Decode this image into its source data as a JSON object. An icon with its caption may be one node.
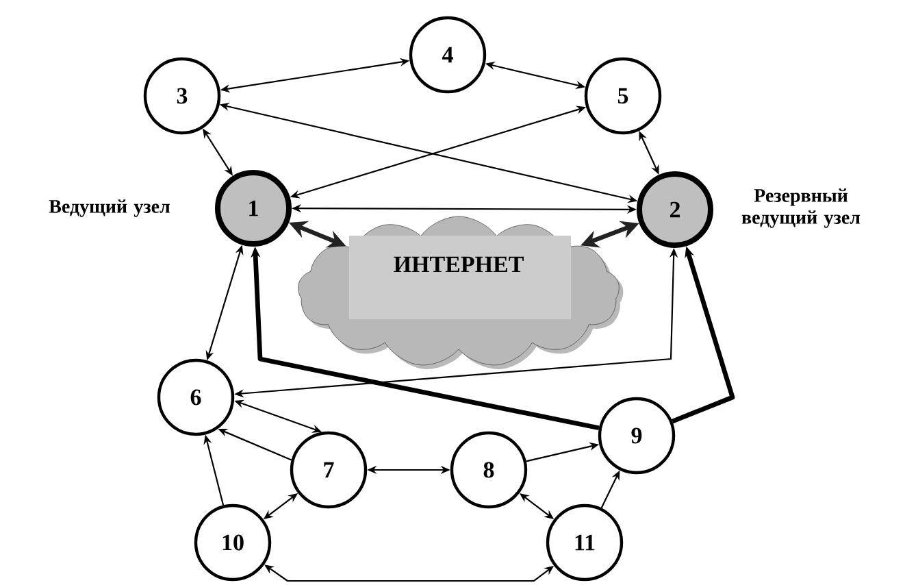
{
  "diagram": {
    "nodes": [
      {
        "text": [
          "1"
        ],
        "beside": [
          "Ведущий узел"
        ]
      },
      {
        "text": [
          "2"
        ],
        "beside": [
          "Резервный ведущий узел"
        ]
      },
      {
        "text": [
          "3"
        ]
      },
      {
        "text": [
          "4"
        ]
      },
      {
        "text": [
          "5"
        ]
      },
      {
        "text": [
          "6"
        ]
      },
      {
        "text": [
          "7"
        ]
      },
      {
        "text": [
          "8"
        ]
      },
      {
        "text": [
          "9"
        ]
      },
      {
        "text": [
          "10"
        ]
      },
      {
        "text": [
          "11"
        ]
      },
      {
        "text": [
          "ИНТЕРНЕТ"
        ]
      }
    ],
    "edges": [
      {
        "from": 2,
        "to": 3,
        "arrow": "both"
      },
      {
        "from": 3,
        "to": 4,
        "arrow": "both"
      },
      {
        "from": 2,
        "to": 0,
        "arrow": "both"
      },
      {
        "from": 4,
        "to": 1,
        "arrow": "both"
      },
      {
        "from": 4,
        "to": 0,
        "arrow": "both"
      },
      {
        "from": 2,
        "to": 1,
        "arrow": "both"
      },
      {
        "from": 0,
        "to": 1,
        "arrow": "both"
      },
      {
        "from": 0,
        "to": 11,
        "arrow": "both",
        "style": "thick",
        "color": "#222222"
      },
      {
        "from": 1,
        "to": 11,
        "arrow": "both",
        "style": "thick",
        "color": "#222222"
      },
      {
        "from": 0,
        "to": 5,
        "arrow": "both"
      },
      {
        "from": 8,
        "to": 0,
        "arrow": "to",
        "style": "thick"
      },
      {
        "from": 8,
        "to": 1,
        "arrow": "to",
        "style": "thick"
      },
      {
        "from": 5,
        "to": 1,
        "arrow": "both"
      },
      {
        "from": 5,
        "to": 6,
        "arrow": "both"
      },
      {
        "from": 6,
        "to": 5,
        "arrow": "to"
      },
      {
        "from": 9,
        "to": 5,
        "arrow": "to"
      },
      {
        "from": 6,
        "to": 7,
        "arrow": "both"
      },
      {
        "from": 7,
        "to": 8,
        "arrow": "to"
      },
      {
        "from": 9,
        "to": 6,
        "arrow": "both"
      },
      {
        "from": 7,
        "to": 10,
        "arrow": "both"
      },
      {
        "from": 10,
        "to": 8,
        "arrow": "to"
      },
      {
        "from": 9,
        "to": 10,
        "arrow": "both"
      }
    ]
  }
}
